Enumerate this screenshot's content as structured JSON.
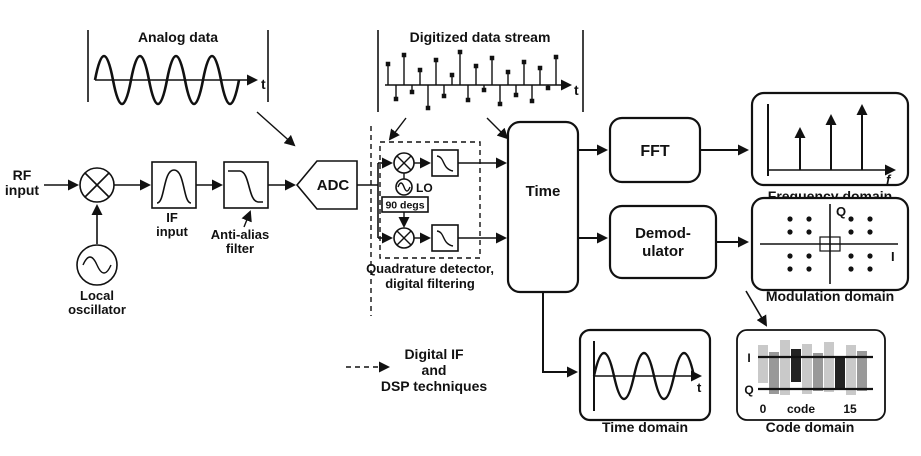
{
  "colors": {
    "modulation_fill": "#54c3ef",
    "line": "#111111"
  },
  "analog_panel": {
    "title": "Analog data",
    "axis": "t"
  },
  "digitized_panel": {
    "title": "Digitized data stream",
    "axis": "t"
  },
  "chain": {
    "rf_input_line1": "RF",
    "rf_input_line2": "input",
    "local_osc_line1": "Local",
    "local_osc_line2": "oscillator",
    "if_input_line1": "IF",
    "if_input_line2": "input",
    "antialias_line1": "Anti-alias",
    "antialias_line2": "filter",
    "adc": "ADC"
  },
  "quadrature": {
    "lo": "LO",
    "phase": "90 degs",
    "caption_line1": "Quadrature detector,",
    "caption_line2": "digital filtering"
  },
  "blocks": {
    "time": "Time",
    "fft": "FFT",
    "demod_line1": "Demod-",
    "demod_line2": "ulator"
  },
  "note": {
    "line1": "Digital IF",
    "line2": "and",
    "line3": "DSP techniques"
  },
  "frequency_domain": {
    "label": "Frequency domain",
    "axis": "f"
  },
  "modulation_domain": {
    "label": "Modulation domain",
    "q": "Q",
    "i": "I"
  },
  "time_domain": {
    "label": "Time domain",
    "axis": "t"
  },
  "code_domain": {
    "label": "Code domain",
    "i": "I",
    "q": "Q",
    "tick_left": "0",
    "tick_mid": "code",
    "tick_right": "15"
  }
}
